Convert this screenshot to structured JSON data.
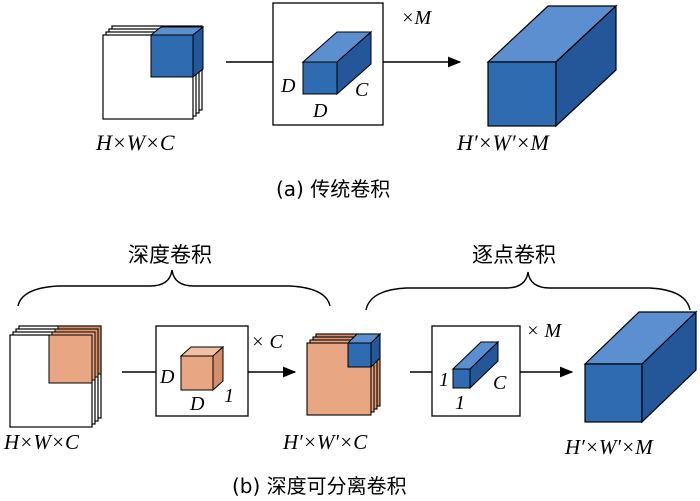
{
  "colors": {
    "blue": "#2e6bb0",
    "blue_top": "#5b8fcf",
    "blue_side": "#24569a",
    "orange": "#e8a782",
    "orange_top": "#f2c1a3",
    "orange_side": "#d68e6a",
    "stroke": "#000000"
  },
  "top": {
    "input_label": "H×W×C",
    "kernel_dim_left": "D",
    "kernel_dim_bottom": "D",
    "kernel_dim_right": "C",
    "repeat_label": "×M",
    "output_label": "H′×W′×M",
    "caption": "(a) 传统卷积"
  },
  "bottom": {
    "depthwise_title": "深度卷积",
    "pointwise_title": "逐点卷积",
    "input_label": "H×W×C",
    "dw_kernel_left": "D",
    "dw_kernel_bottom": "D",
    "dw_kernel_right": "1",
    "dw_repeat_label": "× C",
    "mid_label": "H′×W′×C",
    "pw_kernel_left": "1",
    "pw_kernel_bottom": "1",
    "pw_kernel_right": "C",
    "pw_repeat_label": "× M",
    "output_label": "H′×W′×M",
    "caption": "(b) 深度可分离卷积"
  }
}
